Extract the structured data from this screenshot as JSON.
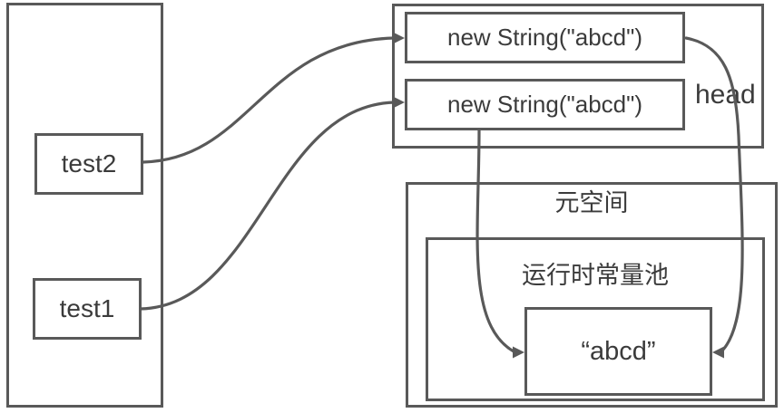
{
  "colors": {
    "line": "#595959",
    "text": "#3b3b3b",
    "background": "#ffffff"
  },
  "stack": {
    "variables": [
      {
        "label": "test2"
      },
      {
        "label": "test1"
      }
    ]
  },
  "heap": {
    "label": "head",
    "objects": [
      {
        "label": "new String(\"abcd\")"
      },
      {
        "label": "new String(\"abcd\")"
      }
    ]
  },
  "metaspace": {
    "label": "元空间",
    "runtime_constant_pool": {
      "label": "运行时常量池",
      "constant": {
        "label": "“abcd”"
      }
    }
  },
  "edges": [
    {
      "from": "test2",
      "to": "string-object-1"
    },
    {
      "from": "test1",
      "to": "string-object-2"
    },
    {
      "from": "string-object-2",
      "to": "string-constant"
    },
    {
      "from": "string-object-1",
      "to": "string-constant"
    }
  ]
}
